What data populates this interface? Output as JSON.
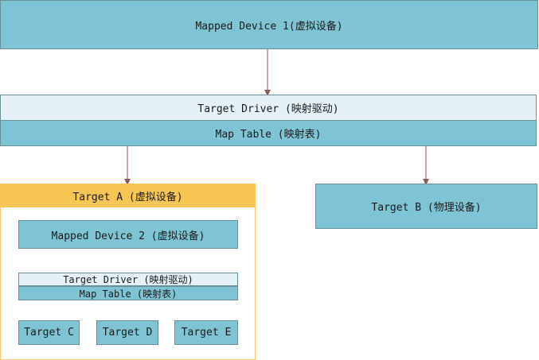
{
  "top": {
    "mapped_device": "Mapped Device 1(虚拟设备)",
    "target_driver": "Target Driver (映射驱动)",
    "map_table": "Map Table (映射表)"
  },
  "target_a": {
    "title": "Target A (虚拟设备)",
    "mapped_device": "Mapped Device 2 (虚拟设备)",
    "target_driver": "Target Driver (映射驱动)",
    "map_table": "Map Table (映射表)",
    "children": [
      "Target C",
      "Target D",
      "Target E"
    ]
  },
  "target_b": {
    "title": "Target B (物理设备)"
  },
  "colors": {
    "teal": "#7ec4d4",
    "light_blue": "#e4f2f7",
    "orange": "#f7c655",
    "arrow": "#8b5a5a"
  }
}
